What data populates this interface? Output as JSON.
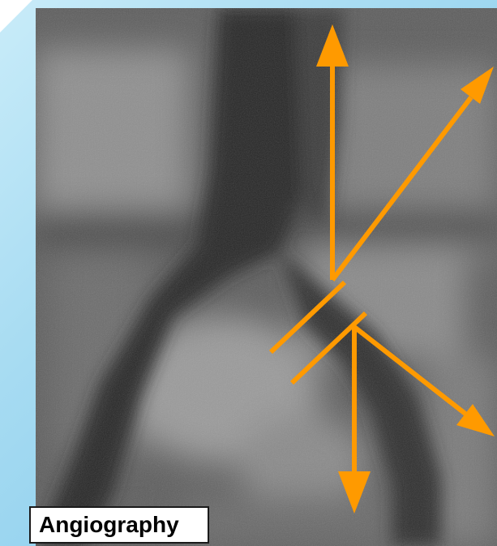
{
  "caption": {
    "label": "Angiography"
  },
  "colors": {
    "annotation": "#ff9a00",
    "bezel": "#a8dcf2",
    "caption_background": "#ffffff",
    "caption_text": "#000000"
  },
  "image": {
    "subject": "grayscale-angiogram",
    "annotations": [
      "arrow-up-icon",
      "arrow-up-right-icon",
      "arrow-down-icon",
      "arrow-down-right-icon",
      "parallel-line-marker"
    ]
  }
}
